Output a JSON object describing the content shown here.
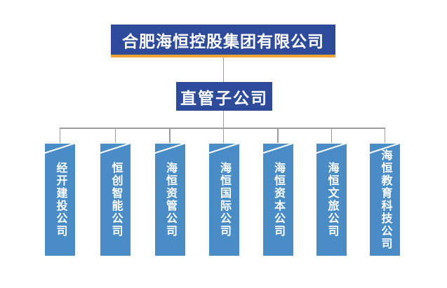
{
  "org": {
    "type": "org-chart",
    "root": {
      "name": "合肥海恒控股集团有限公司"
    },
    "level2": {
      "name": "直管子公司"
    },
    "subsidiaries": [
      {
        "name": "经开建投公司"
      },
      {
        "name": "恒创智能公司"
      },
      {
        "name": "海恒资管公司"
      },
      {
        "name": "海恒国际公司"
      },
      {
        "name": "海恒资本公司"
      },
      {
        "name": "海恒文旅公司"
      },
      {
        "name": "海恒教育科技公司"
      }
    ],
    "colors": {
      "primary_blue": "#2e4b9b",
      "accent_orange": "#f0a232",
      "subsidiary_blue": "#4a8dc6",
      "connector_gray": "#9b9b9b",
      "text_white": "#ffffff",
      "background": "#ffffff"
    }
  }
}
